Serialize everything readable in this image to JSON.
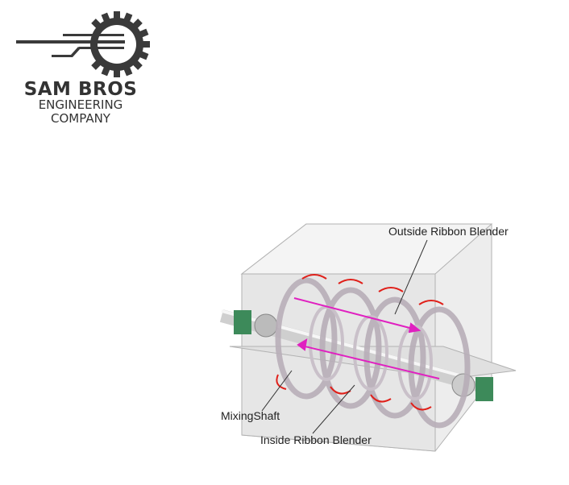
{
  "logo": {
    "title": "SAM BROS",
    "line1": "ENGINEERING",
    "line2": "COMPANY"
  },
  "diagram": {
    "labels": {
      "outside": "Outside Ribbon Blender",
      "shaft": "MixingShaft",
      "inside": "Inside Ribbon Blender"
    },
    "colors": {
      "flow_red": "#e0201a",
      "flow_magenta": "#e020c0",
      "ribbon": "#b8aeb8"
    }
  }
}
